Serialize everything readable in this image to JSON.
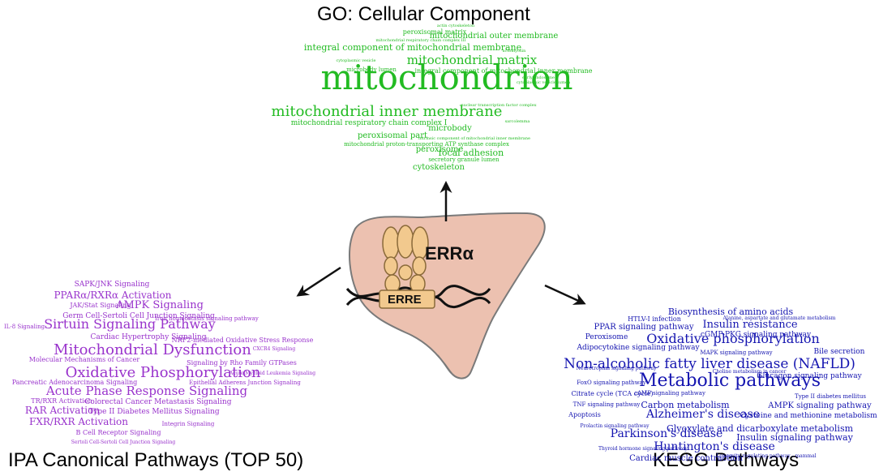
{
  "titles": {
    "go": "GO: Cellular Component",
    "ipa": "IPA Canonical Pathways (TOP 50)",
    "kegg": "KEGG Pathways"
  },
  "center": {
    "receptor": "ERRα",
    "element": "ERRE"
  },
  "colors": {
    "go": "#22bb22",
    "ipa": "#9933cc",
    "kegg": "#1515b0",
    "liver": "#ecc1b0",
    "receptor": "#f2c98e"
  },
  "go_words": [
    {
      "text": "actin cytoskeleton",
      "size": 5
    },
    {
      "text": "peroxisomal matrix",
      "size": 8
    },
    {
      "text": "mitochondrial respiratory chain complex III",
      "size": 5
    },
    {
      "text": "mitochondrial outer membrane",
      "size": 10
    },
    {
      "text": "integral component of mitochondrial membrane",
      "size": 11
    },
    {
      "text": "actomyosin",
      "size": 5
    },
    {
      "text": "cytoplasmic vesicle",
      "size": 5
    },
    {
      "text": "mitochondrial matrix",
      "size": 15
    },
    {
      "text": "microbody lumen",
      "size": 7
    },
    {
      "text": "integral component of mitochondrial inner membrane",
      "size": 8
    },
    {
      "text": "early endosome",
      "size": 5
    },
    {
      "text": "cytoplasmic vesicle lumen",
      "size": 5
    },
    {
      "text": "mitochondrion",
      "size": 42
    },
    {
      "text": "nuclear transcription factor complex",
      "size": 5
    },
    {
      "text": "mitochondrial inner membrane",
      "size": 18
    },
    {
      "text": "mitochondrial respiratory chain complex I",
      "size": 9
    },
    {
      "text": "sarcolemma",
      "size": 5
    },
    {
      "text": "microbody",
      "size": 10
    },
    {
      "text": "intrinsic component of mitochondrial inner membrane",
      "size": 5
    },
    {
      "text": "peroxisomal part",
      "size": 10
    },
    {
      "text": "mitochondrial proton-transporting ATP synthase complex",
      "size": 7
    },
    {
      "text": "peroxisome",
      "size": 10
    },
    {
      "text": "focal adhesion",
      "size": 11
    },
    {
      "text": "secretory granule lumen",
      "size": 7
    },
    {
      "text": "cytoskeleton",
      "size": 10
    }
  ],
  "ipa_words": [
    {
      "text": "SAPK/JNK Signaling",
      "size": 9
    },
    {
      "text": "PPARα/RXRα Activation",
      "size": 12
    },
    {
      "text": "JAK/Stat Signaling",
      "size": 8
    },
    {
      "text": "AMPK Signaling",
      "size": 13
    },
    {
      "text": "Germ Cell-Sertoli Cell Junction Signaling",
      "size": 9
    },
    {
      "text": "Iron homeostasis signaling pathway",
      "size": 7
    },
    {
      "text": "IL-8 Signaling",
      "size": 7
    },
    {
      "text": "Sirtuin Signaling Pathway",
      "size": 16
    },
    {
      "text": "Cardiac Hypertrophy Signaling",
      "size": 9
    },
    {
      "text": "NRF2-mediated Oxidative Stress Response",
      "size": 8
    },
    {
      "text": "Mitochondrial Dysfunction",
      "size": 18
    },
    {
      "text": "CXCR4 Signaling",
      "size": 6
    },
    {
      "text": "Molecular Mechanisms of Cancer",
      "size": 8
    },
    {
      "text": "Signaling by Rho Family GTPases",
      "size": 8
    },
    {
      "text": "Oxidative Phosphorylation",
      "size": 18
    },
    {
      "text": "Acute Myeloid Leukemia Signaling",
      "size": 6
    },
    {
      "text": "Pancreatic Adenocarcinoma Signaling",
      "size": 8
    },
    {
      "text": "Epithelial Adherens Junction Signaling",
      "size": 7
    },
    {
      "text": "Acute Phase Response Signaling",
      "size": 15
    },
    {
      "text": "TR/RXR Activation",
      "size": 8
    },
    {
      "text": "Colorectal Cancer Metastasis Signaling",
      "size": 9
    },
    {
      "text": "RAR Activation",
      "size": 12
    },
    {
      "text": "Type II Diabetes Mellitus Signaling",
      "size": 9
    },
    {
      "text": "FXR/RXR Activation",
      "size": 12
    },
    {
      "text": "Integrin Signaling",
      "size": 7
    },
    {
      "text": "B Cell Receptor Signaling",
      "size": 8
    },
    {
      "text": "Sertoli Cell-Sertoli Cell Junction Signaling",
      "size": 6
    }
  ],
  "kegg_words": [
    {
      "text": "Biosynthesis of amino acids",
      "size": 11
    },
    {
      "text": "HTLV-I infection",
      "size": 8
    },
    {
      "text": "Alanine, aspartate and glutamate metabolism",
      "size": 6
    },
    {
      "text": "Insulin resistance",
      "size": 13
    },
    {
      "text": "PPAR signaling pathway",
      "size": 10
    },
    {
      "text": "cGMP-PKG signaling pathway",
      "size": 9
    },
    {
      "text": "Peroxisome",
      "size": 9
    },
    {
      "text": "Oxidative phosphorylation",
      "size": 16
    },
    {
      "text": "Adipocytokine signaling pathway",
      "size": 9
    },
    {
      "text": "MAPK signaling pathway",
      "size": 7
    },
    {
      "text": "Bile secretion",
      "size": 9
    },
    {
      "text": "Non-alcoholic fatty liver disease (NAFLD)",
      "size": 17
    },
    {
      "text": "Neurotrophin signaling pathway",
      "size": 6
    },
    {
      "text": "Choline metabolism in cancer",
      "size": 6
    },
    {
      "text": "Glucagon signaling pathway",
      "size": 9
    },
    {
      "text": "FoxO signaling pathway",
      "size": 7
    },
    {
      "text": "Metabolic pathways",
      "size": 22
    },
    {
      "text": "Citrate cycle (TCA cycle)",
      "size": 8
    },
    {
      "text": "cAMP signaling pathway",
      "size": 7
    },
    {
      "text": "Type II diabetes mellitus",
      "size": 7
    },
    {
      "text": "TNF signaling pathway",
      "size": 7
    },
    {
      "text": "Carbon metabolism",
      "size": 11
    },
    {
      "text": "AMPK signaling pathway",
      "size": 10
    },
    {
      "text": "Apoptosis",
      "size": 8
    },
    {
      "text": "Alzheimer's disease",
      "size": 14
    },
    {
      "text": "Cysteine and methionine metabolism",
      "size": 9
    },
    {
      "text": "Prolactin signaling pathway",
      "size": 6
    },
    {
      "text": "Glyoxylate and dicarboxylate metabolism",
      "size": 11
    },
    {
      "text": "Parkinson's disease",
      "size": 14
    },
    {
      "text": "Insulin signaling pathway",
      "size": 11
    },
    {
      "text": "Huntington's disease",
      "size": 14
    },
    {
      "text": "Thyroid hormone signaling pathway",
      "size": 6
    },
    {
      "text": "Longevity regulating pathway - mammal",
      "size": 6
    },
    {
      "text": "Cardiac muscle contraction",
      "size": 10
    }
  ]
}
